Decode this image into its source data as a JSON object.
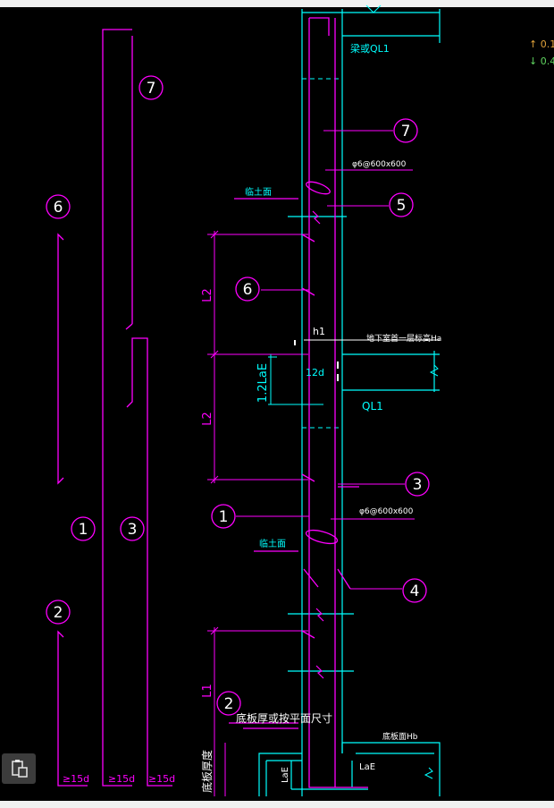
{
  "annotations": {
    "ql1_top": "梁或QL1",
    "stirrup_top": "φ6@600x600",
    "soil_top": "临土面",
    "basement_floor": "地下室首一层标高Ha",
    "anchor_12d": "12d",
    "ql1_mid": "QL1",
    "stirrup_mid": "φ6@600x600",
    "soil_mid": "临土面",
    "slab_note": "底板厚或按平面尺寸",
    "slab_elev": "底板面Hb",
    "slab_thickness": "底板厚度"
  },
  "dimensions": {
    "h1": "h1",
    "l2_upper": "L2",
    "lae": "1.2LaE",
    "l2_lower": "L2",
    "l1": "L1",
    "lae_left": "LaE",
    "lae_right": "LaE"
  },
  "hooks": {
    "h1": "≥15d",
    "h2": "≥15d",
    "h3": "≥15d"
  },
  "markers": {
    "m1": "1",
    "m2": "2",
    "m3": "3",
    "m4": "4",
    "m5": "5",
    "m6": "6",
    "m7": "7"
  },
  "stats": {
    "up": "↑ 0.1",
    "down": "↓ 0.4"
  },
  "colors": {
    "magenta": "#ff00ff",
    "cyan": "#00ffff",
    "white": "#ffffff",
    "background": "#000000"
  },
  "icons": {
    "paste": "paste-icon"
  }
}
